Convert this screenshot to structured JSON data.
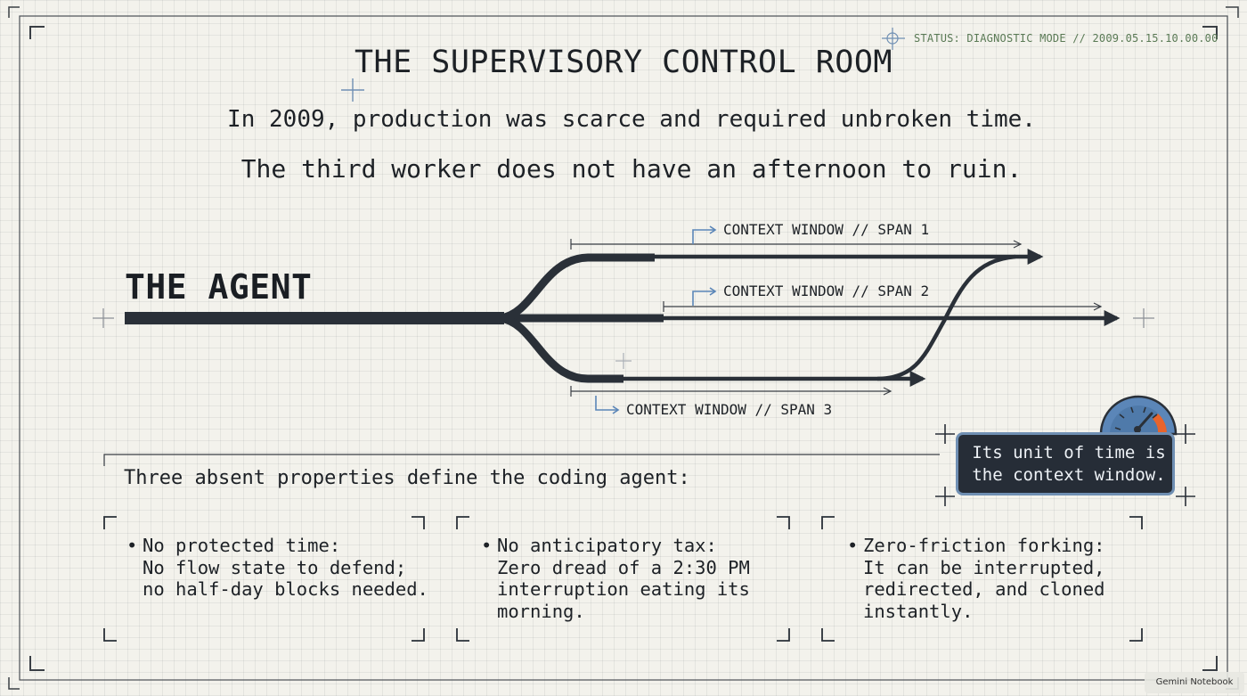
{
  "status": "STATUS: DIAGNOSTIC MODE // 2009.05.15.10.00.00",
  "title": "THE SUPERVISORY CONTROL ROOM",
  "subtitle": [
    "In 2009, production was scarce and required unbroken time.",
    "The third worker does not have an afternoon to ruin."
  ],
  "agent_label": "THE AGENT",
  "spans": [
    {
      "label": "CONTEXT WINDOW // SPAN 1"
    },
    {
      "label": "CONTEXT WINDOW // SPAN 2"
    },
    {
      "label": "CONTEXT WINDOW // SPAN 3"
    }
  ],
  "intro": "Three absent properties define the coding agent:",
  "properties": [
    {
      "lines": [
        "No protected time:",
        "No flow state to defend;",
        "no half-day blocks needed."
      ]
    },
    {
      "lines": [
        "No anticipatory tax:",
        "Zero dread of a 2:30 PM",
        "interruption eating its",
        "morning."
      ]
    },
    {
      "lines": [
        "Zero-friction forking:",
        "It can be interrupted,",
        "redirected, and cloned",
        "instantly."
      ]
    }
  ],
  "callout": {
    "line1": "Its unit of time is",
    "line2": "the context window."
  },
  "gauge_icon": "speedometer-gauge",
  "watermark": "Gemini Notebook",
  "colors": {
    "background": "#f3f2ec",
    "track": "#2a3038",
    "accent_blue": "#5b86b8",
    "status_green": "#5a7a55",
    "gauge_orange": "#e8642c"
  }
}
